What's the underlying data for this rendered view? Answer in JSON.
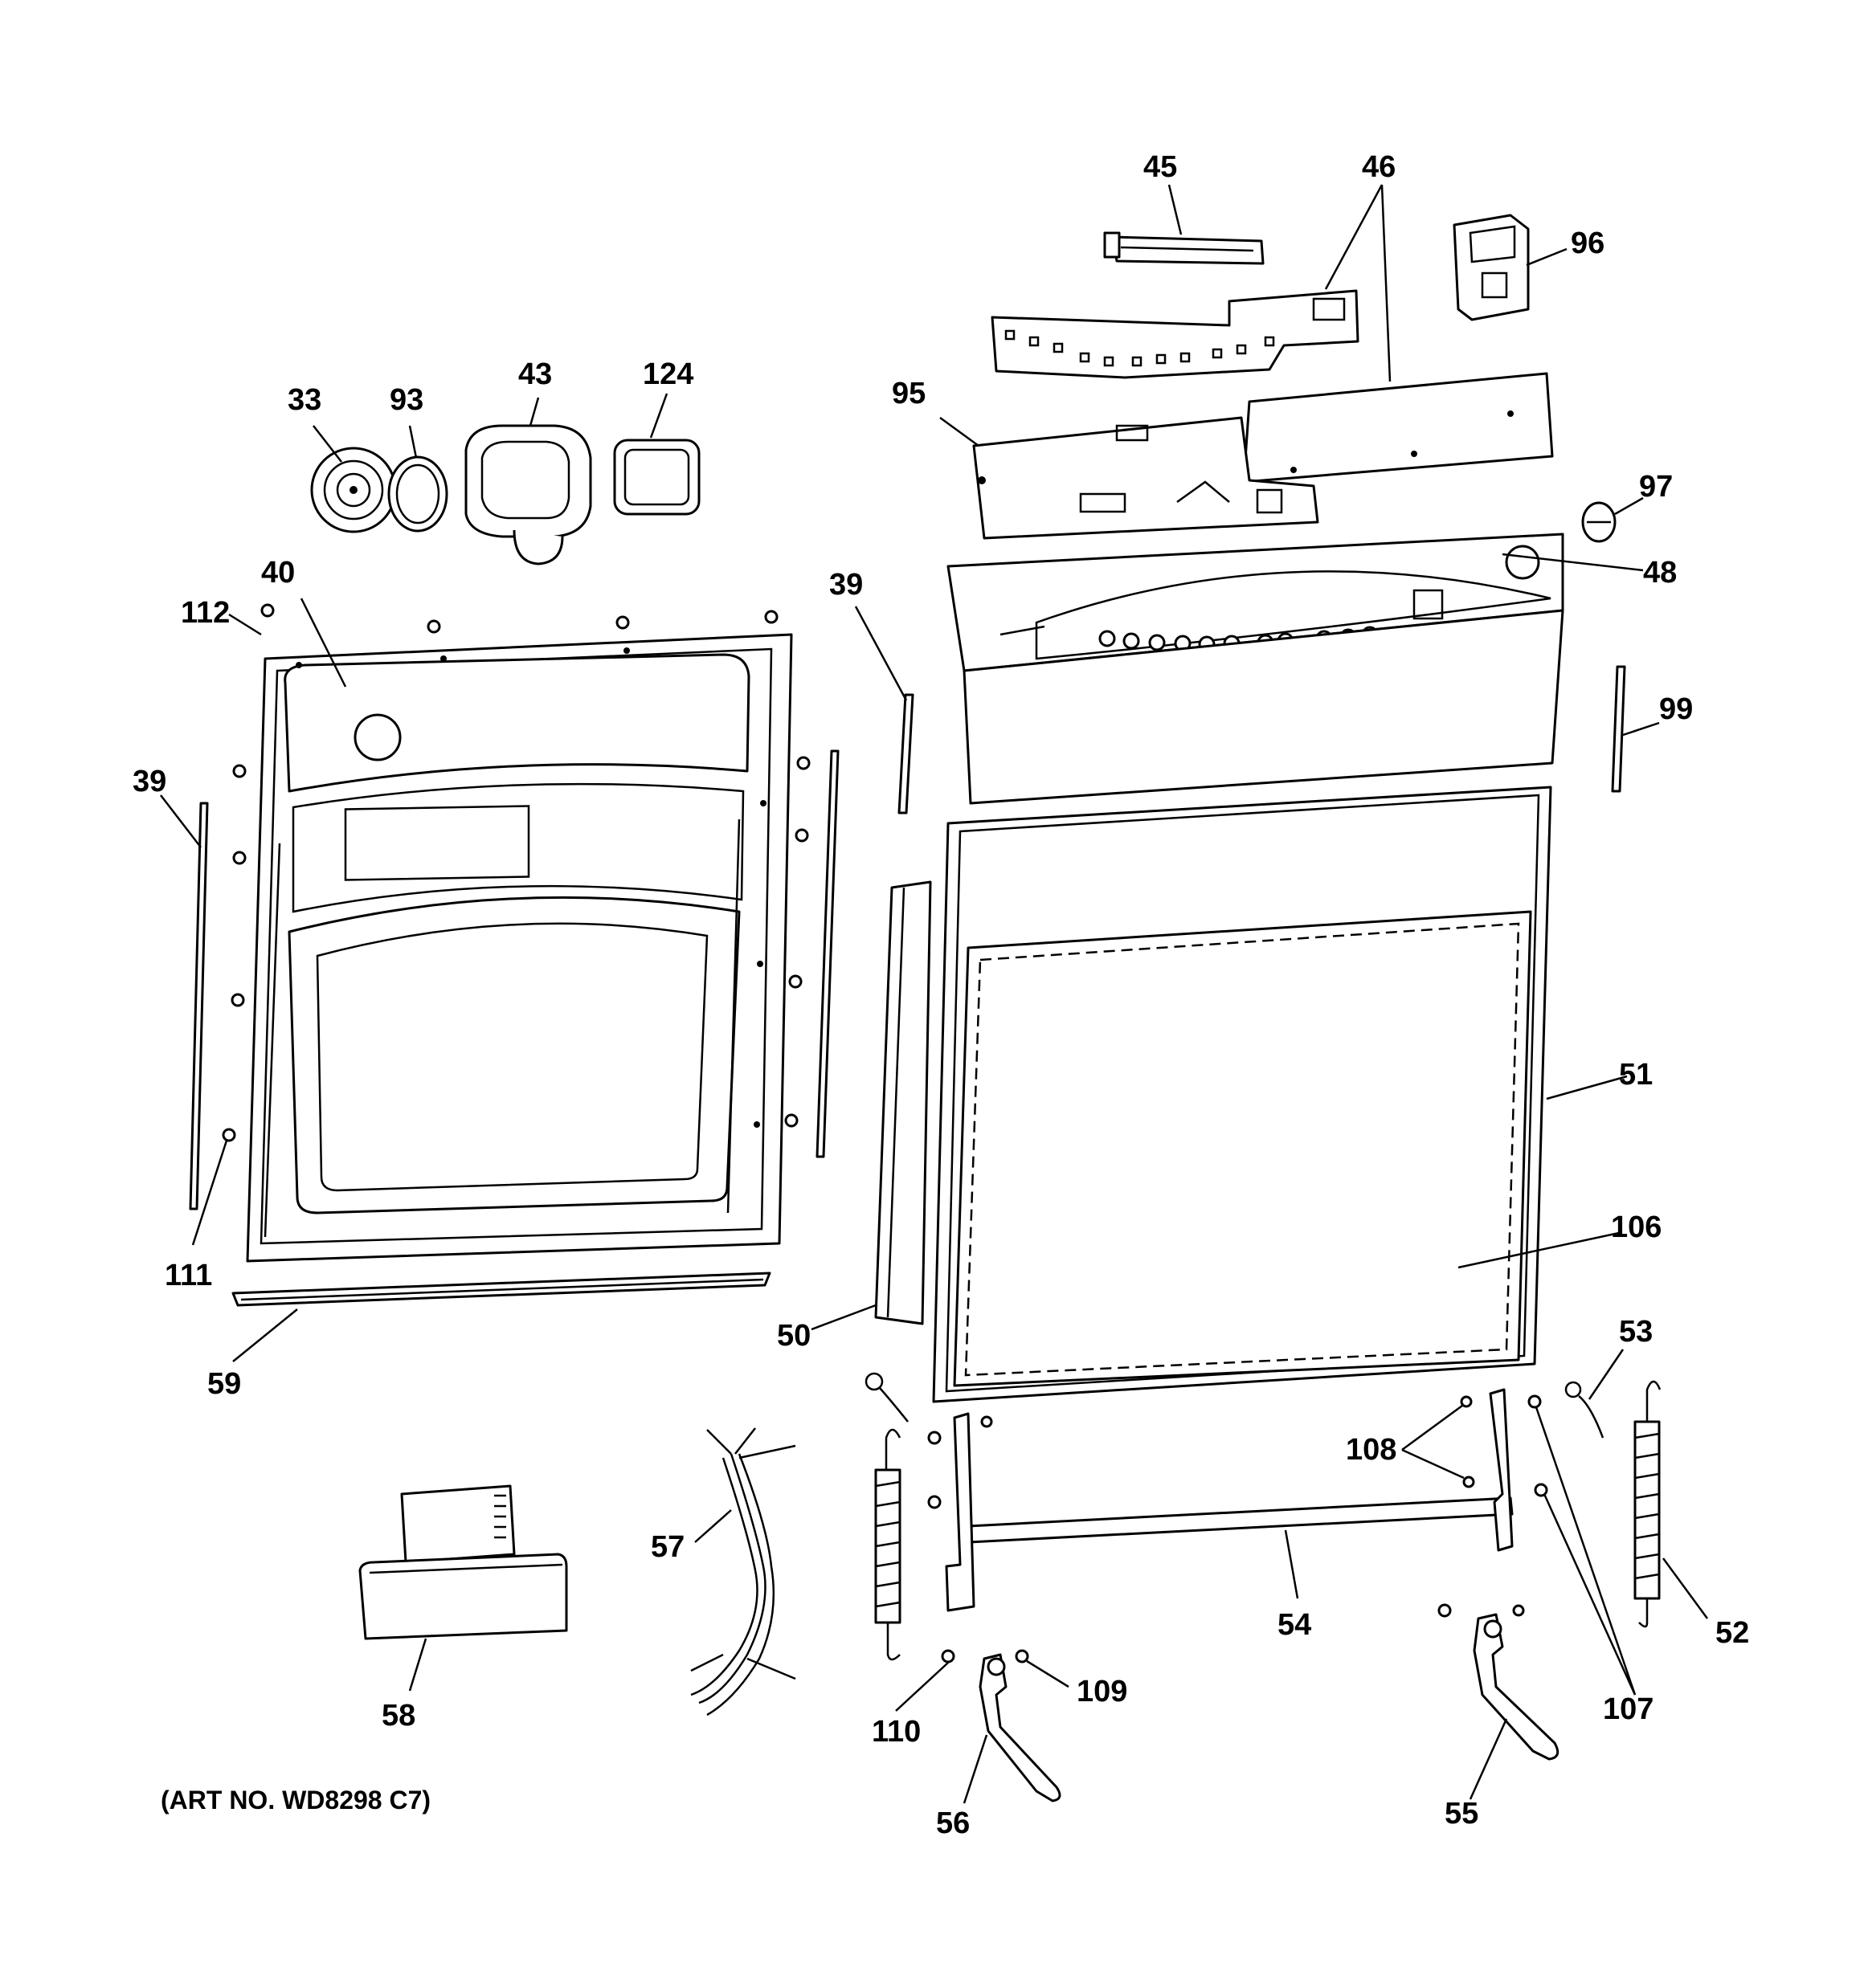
{
  "labels": {
    "p33": "33",
    "p93": "93",
    "p43": "43",
    "p124": "124",
    "p45": "45",
    "p46": "46",
    "p96": "96",
    "p95": "95",
    "p97": "97",
    "p48": "48",
    "p40": "40",
    "p112": "112",
    "p39_left": "39",
    "p39_mid": "39",
    "p99": "99",
    "p111": "111",
    "p59": "59",
    "p51": "51",
    "p106": "106",
    "p50": "50",
    "p53": "53",
    "p108": "108",
    "p57": "57",
    "p54": "54",
    "p52": "52",
    "p107": "107",
    "p58": "58",
    "p109": "109",
    "p110": "110",
    "p56": "56",
    "p55": "55"
  },
  "caption": "(ART NO. WD8298 C7)"
}
